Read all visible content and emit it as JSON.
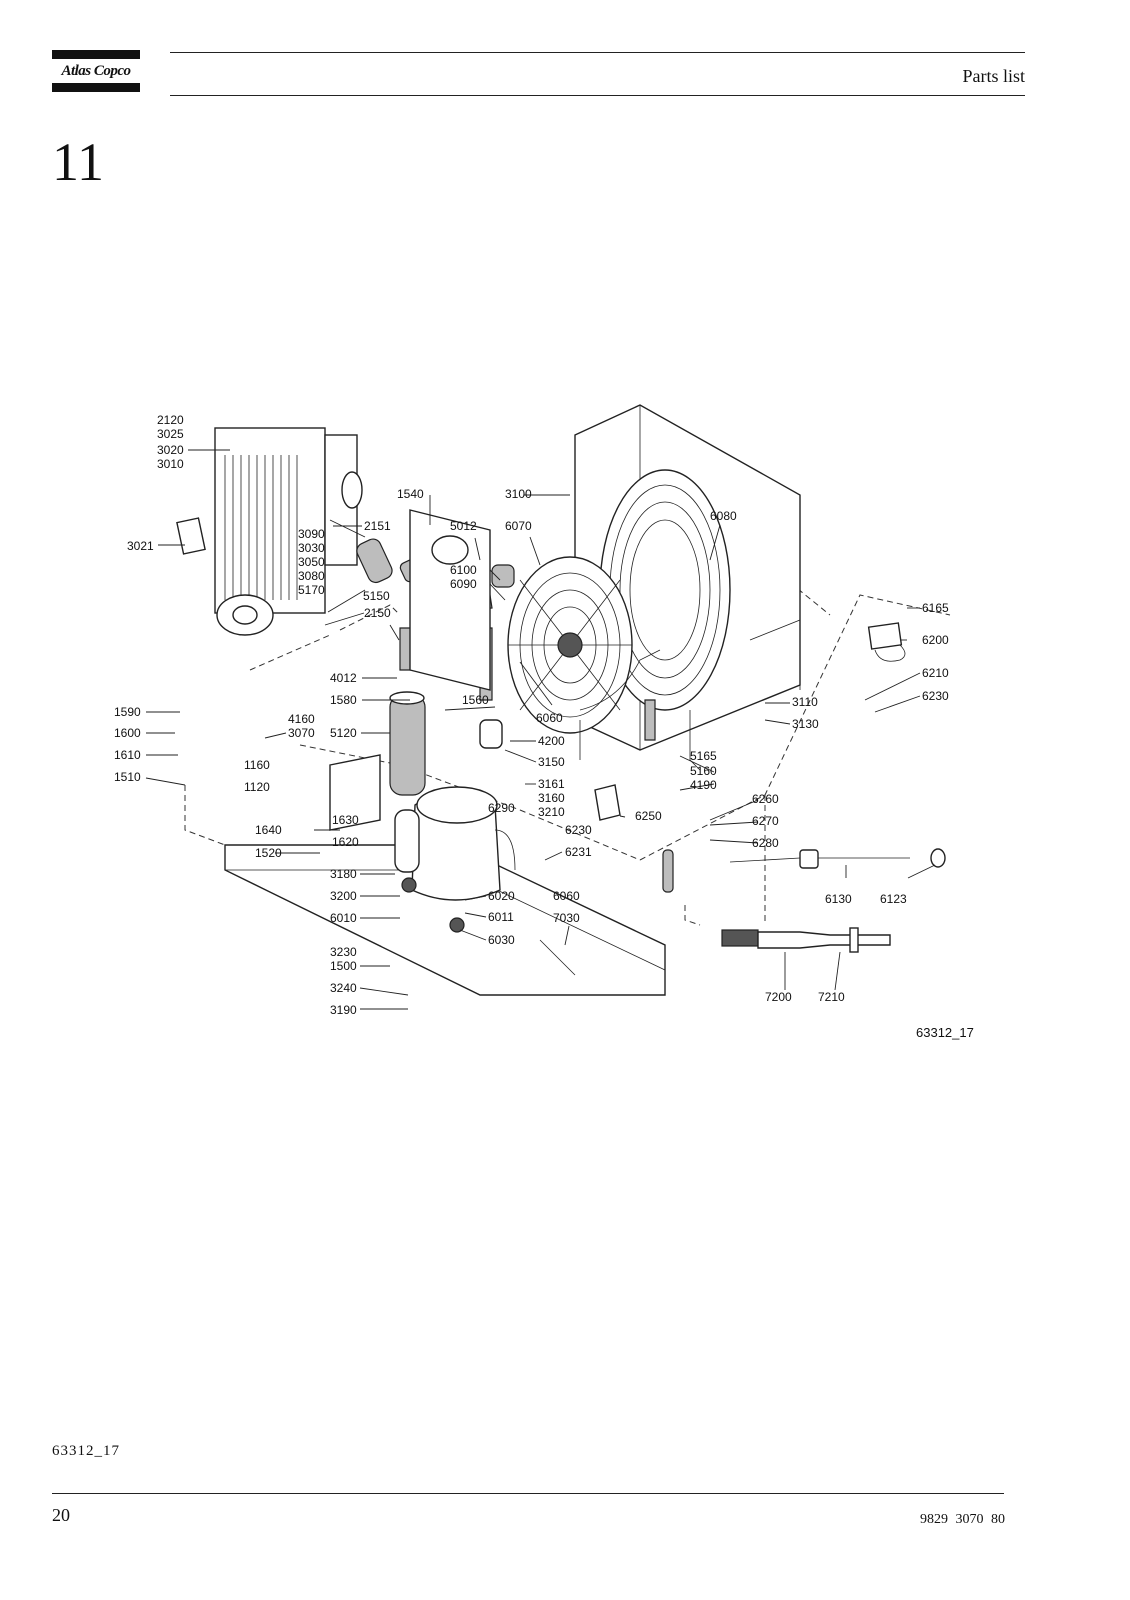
{
  "header": {
    "brand": "Atlas Copco",
    "section_title": "Parts list"
  },
  "chapter_number": "11",
  "figure": {
    "code": "63312_17",
    "callouts": [
      {
        "id": "c2120",
        "t": "2120"
      },
      {
        "id": "c3025",
        "t": "3025"
      },
      {
        "id": "c3020",
        "t": "3020"
      },
      {
        "id": "c3010",
        "t": "3010"
      },
      {
        "id": "c1540",
        "t": "1540"
      },
      {
        "id": "c3100",
        "t": "3100"
      },
      {
        "id": "c6080",
        "t": "6080"
      },
      {
        "id": "c3021",
        "t": "3021"
      },
      {
        "id": "c2151",
        "t": "2151"
      },
      {
        "id": "c3090",
        "t": "3090"
      },
      {
        "id": "c3030",
        "t": "3030"
      },
      {
        "id": "c3050",
        "t": "3050"
      },
      {
        "id": "c3080",
        "t": "3080"
      },
      {
        "id": "c5170",
        "t": "5170"
      },
      {
        "id": "c5012",
        "t": "5012"
      },
      {
        "id": "c6070",
        "t": "6070"
      },
      {
        "id": "c6100",
        "t": "6100"
      },
      {
        "id": "c6090",
        "t": "6090"
      },
      {
        "id": "c5150",
        "t": "5150"
      },
      {
        "id": "c2150",
        "t": "2150"
      },
      {
        "id": "c6165",
        "t": "6165"
      },
      {
        "id": "c6200",
        "t": "6200"
      },
      {
        "id": "c6210",
        "t": "6210"
      },
      {
        "id": "c6230a",
        "t": "6230"
      },
      {
        "id": "c4012",
        "t": "4012"
      },
      {
        "id": "c1580",
        "t": "1580"
      },
      {
        "id": "c1560",
        "t": "1560"
      },
      {
        "id": "c6060a",
        "t": "6060"
      },
      {
        "id": "c3110",
        "t": "3110"
      },
      {
        "id": "c3130",
        "t": "3130"
      },
      {
        "id": "c1590",
        "t": "1590"
      },
      {
        "id": "c4160",
        "t": "4160"
      },
      {
        "id": "c3070",
        "t": "3070"
      },
      {
        "id": "c1600",
        "t": "1600"
      },
      {
        "id": "c5120",
        "t": "5120"
      },
      {
        "id": "c4200",
        "t": "4200"
      },
      {
        "id": "c1610",
        "t": "1610"
      },
      {
        "id": "c1160",
        "t": "1160"
      },
      {
        "id": "c3150",
        "t": "3150"
      },
      {
        "id": "c5165",
        "t": "5165"
      },
      {
        "id": "c5160",
        "t": "5160"
      },
      {
        "id": "c1510",
        "t": "1510"
      },
      {
        "id": "c1120",
        "t": "1120"
      },
      {
        "id": "c3161",
        "t": "3161"
      },
      {
        "id": "c3160",
        "t": "3160"
      },
      {
        "id": "c4190",
        "t": "4190"
      },
      {
        "id": "c3210",
        "t": "3210"
      },
      {
        "id": "c6290",
        "t": "6290"
      },
      {
        "id": "c6260",
        "t": "6260"
      },
      {
        "id": "c6250",
        "t": "6250"
      },
      {
        "id": "c1630",
        "t": "1630"
      },
      {
        "id": "c6270",
        "t": "6270"
      },
      {
        "id": "c1640",
        "t": "1640"
      },
      {
        "id": "c6230b",
        "t": "6230"
      },
      {
        "id": "c1620",
        "t": "1620"
      },
      {
        "id": "c6280",
        "t": "6280"
      },
      {
        "id": "c1520",
        "t": "1520"
      },
      {
        "id": "c6231",
        "t": "6231"
      },
      {
        "id": "c3180",
        "t": "3180"
      },
      {
        "id": "c6060b",
        "t": "6060"
      },
      {
        "id": "c6130",
        "t": "6130"
      },
      {
        "id": "c6123",
        "t": "6123"
      },
      {
        "id": "c3200",
        "t": "3200"
      },
      {
        "id": "c6020",
        "t": "6020"
      },
      {
        "id": "c6010",
        "t": "6010"
      },
      {
        "id": "c6011",
        "t": "6011"
      },
      {
        "id": "c7030",
        "t": "7030"
      },
      {
        "id": "c6030",
        "t": "6030"
      },
      {
        "id": "c3230",
        "t": "3230"
      },
      {
        "id": "c1500",
        "t": "1500"
      },
      {
        "id": "c3240",
        "t": "3240"
      },
      {
        "id": "c3190",
        "t": "3190"
      },
      {
        "id": "c7200",
        "t": "7200"
      },
      {
        "id": "c7210",
        "t": "7210"
      }
    ]
  },
  "footer": {
    "figure_ref": "63312_17",
    "page_number": "20",
    "document_number": "9829 3070 80"
  }
}
